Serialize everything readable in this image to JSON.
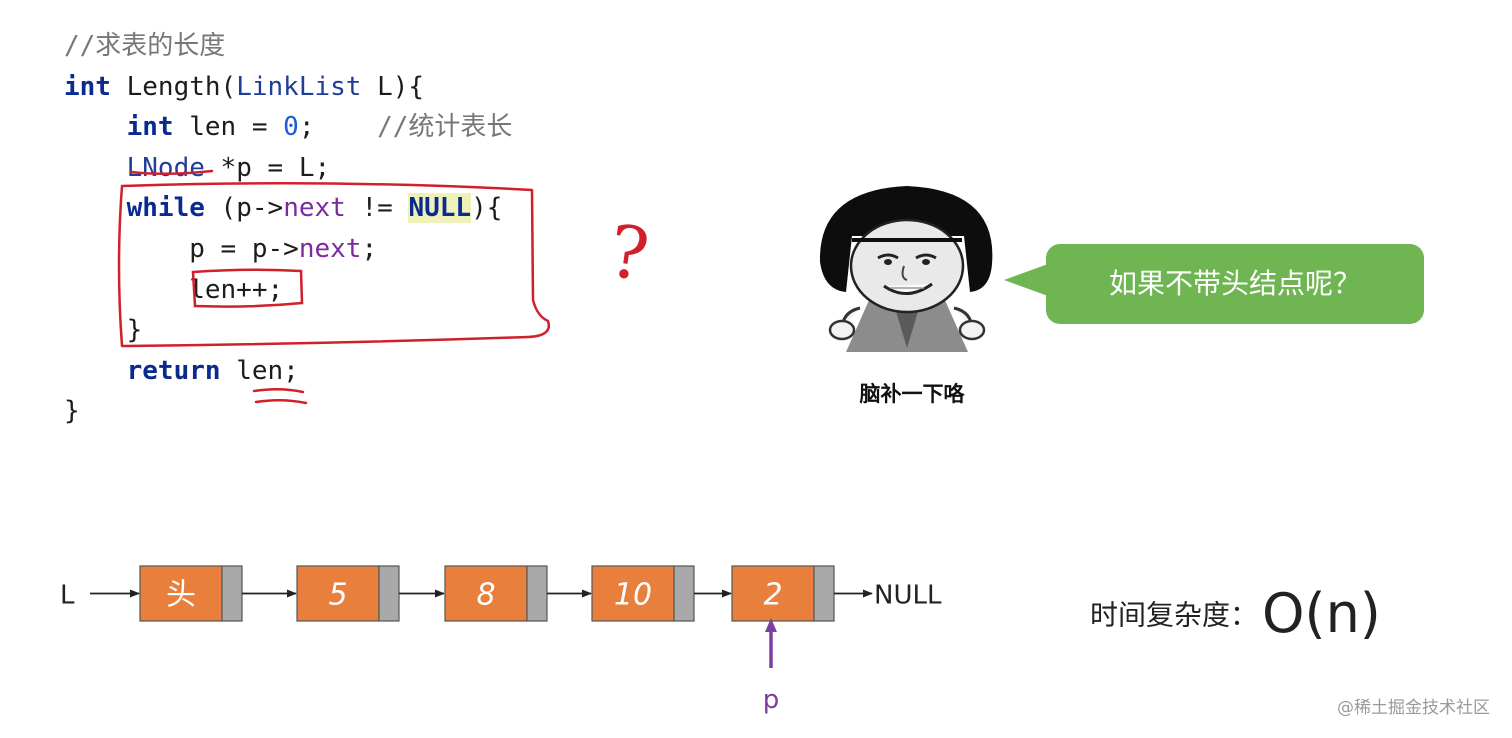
{
  "code": {
    "lines": [
      [
        {
          "t": "//求表的长度",
          "c": "comment"
        }
      ],
      [
        {
          "t": "int",
          "c": "kw"
        },
        {
          "t": " Length(",
          "c": ""
        },
        {
          "t": "LinkList",
          "c": "type"
        },
        {
          "t": " L){",
          "c": ""
        }
      ],
      [
        {
          "t": "    ",
          "c": ""
        },
        {
          "t": "int",
          "c": "kw"
        },
        {
          "t": " len = ",
          "c": ""
        },
        {
          "t": "0",
          "c": "num"
        },
        {
          "t": ";    ",
          "c": ""
        },
        {
          "t": "//统计表长",
          "c": "comment"
        }
      ],
      [
        {
          "t": "    ",
          "c": ""
        },
        {
          "t": "LNode",
          "c": "type"
        },
        {
          "t": " *p = L;",
          "c": ""
        }
      ],
      [
        {
          "t": "    ",
          "c": ""
        },
        {
          "t": "while",
          "c": "kw"
        },
        {
          "t": " (p->",
          "c": ""
        },
        {
          "t": "next",
          "c": "field"
        },
        {
          "t": " != ",
          "c": ""
        },
        {
          "t": "NULL",
          "c": "null"
        },
        {
          "t": "){",
          "c": ""
        }
      ],
      [
        {
          "t": "        p = p->",
          "c": ""
        },
        {
          "t": "next",
          "c": "field"
        },
        {
          "t": ";",
          "c": ""
        }
      ],
      [
        {
          "t": "        len++;",
          "c": ""
        }
      ],
      [
        {
          "t": "    }",
          "c": ""
        }
      ],
      [
        {
          "t": "    ",
          "c": ""
        },
        {
          "t": "return",
          "c": "kw"
        },
        {
          "t": " len;",
          "c": ""
        }
      ],
      [
        {
          "t": "}",
          "c": ""
        }
      ]
    ]
  },
  "annotation": {
    "question_mark": "?",
    "color": "#d0202a"
  },
  "meme": {
    "caption": "脑补一下咯"
  },
  "bubble": {
    "text": "如果不带头结点呢？",
    "color": "#6fb552"
  },
  "list": {
    "head_pointer_label": "L",
    "nodes": [
      "头",
      "5",
      "8",
      "10",
      "2"
    ],
    "terminal_label": "NULL",
    "pointer_label": "p",
    "pointer_node_index": 4,
    "node_color": "#e97f3d",
    "next_field_color": "#a9a9a9",
    "pointer_color": "#7a3fa0"
  },
  "complexity": {
    "label": "时间复杂度：",
    "value": "O(n)"
  },
  "watermark": "@稀土掘金技术社区"
}
